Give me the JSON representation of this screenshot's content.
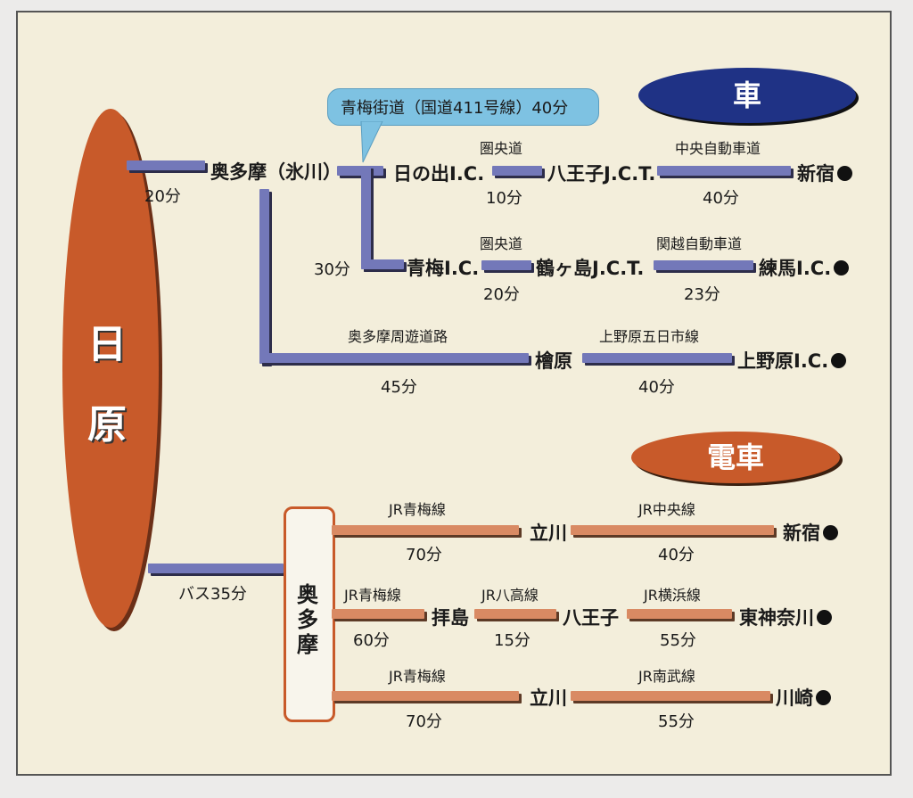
{
  "origin": {
    "char1": "日",
    "char2": "原"
  },
  "car_section": {
    "badge": "車",
    "callout": "青梅街道（国道411号線）40分",
    "okutama_hikawa": "奥多摩（氷川）",
    "t_20": "20分",
    "t_30": "30分",
    "t_45": "45分",
    "hinode_ic": "日の出I.C.",
    "hachioji_jct": "八王子J.C.T.",
    "shinjuku": "新宿",
    "ome_ic": "青梅I.C.",
    "tsurugashima_jct": "鶴ヶ島J.C.T.",
    "nerima_ic": "練馬I.C.",
    "hinohara": "檜原",
    "uenohara_ic": "上野原I.C.",
    "ken_o_do_1": "圏央道",
    "ken_o_do_2": "圏央道",
    "chuo_expwy": "中央自動車道",
    "kanetsu_expwy": "関越自動車道",
    "okutama_road": "奥多摩周遊道路",
    "uenohara_line": "上野原五日市線",
    "t_10": "10分",
    "t_40a": "40分",
    "t_20b": "20分",
    "t_23": "23分",
    "t_40b": "40分"
  },
  "train_section": {
    "badge": "電車",
    "bus": "バス35分",
    "okutama_box": [
      "奥",
      "多",
      "摩"
    ],
    "row1": {
      "line1": "JR青梅線",
      "time1": "70分",
      "mid": "立川",
      "line2": "JR中央線",
      "time2": "40分",
      "end": "新宿"
    },
    "row2": {
      "line1": "JR青梅線",
      "time1": "60分",
      "mid1": "拝島",
      "line2": "JR八高線",
      "time2": "15分",
      "mid2": "八王子",
      "line3": "JR横浜線",
      "time3": "55分",
      "end": "東神奈川"
    },
    "row3": {
      "line1": "JR青梅線",
      "time1": "70分",
      "mid": "立川",
      "line2": "JR南武線",
      "time2": "55分",
      "end": "川崎"
    }
  },
  "colors": {
    "car_line": "#7378b9",
    "train_line": "#d98a63",
    "car_badge": "#1f3285",
    "origin": "#c85a2a"
  }
}
